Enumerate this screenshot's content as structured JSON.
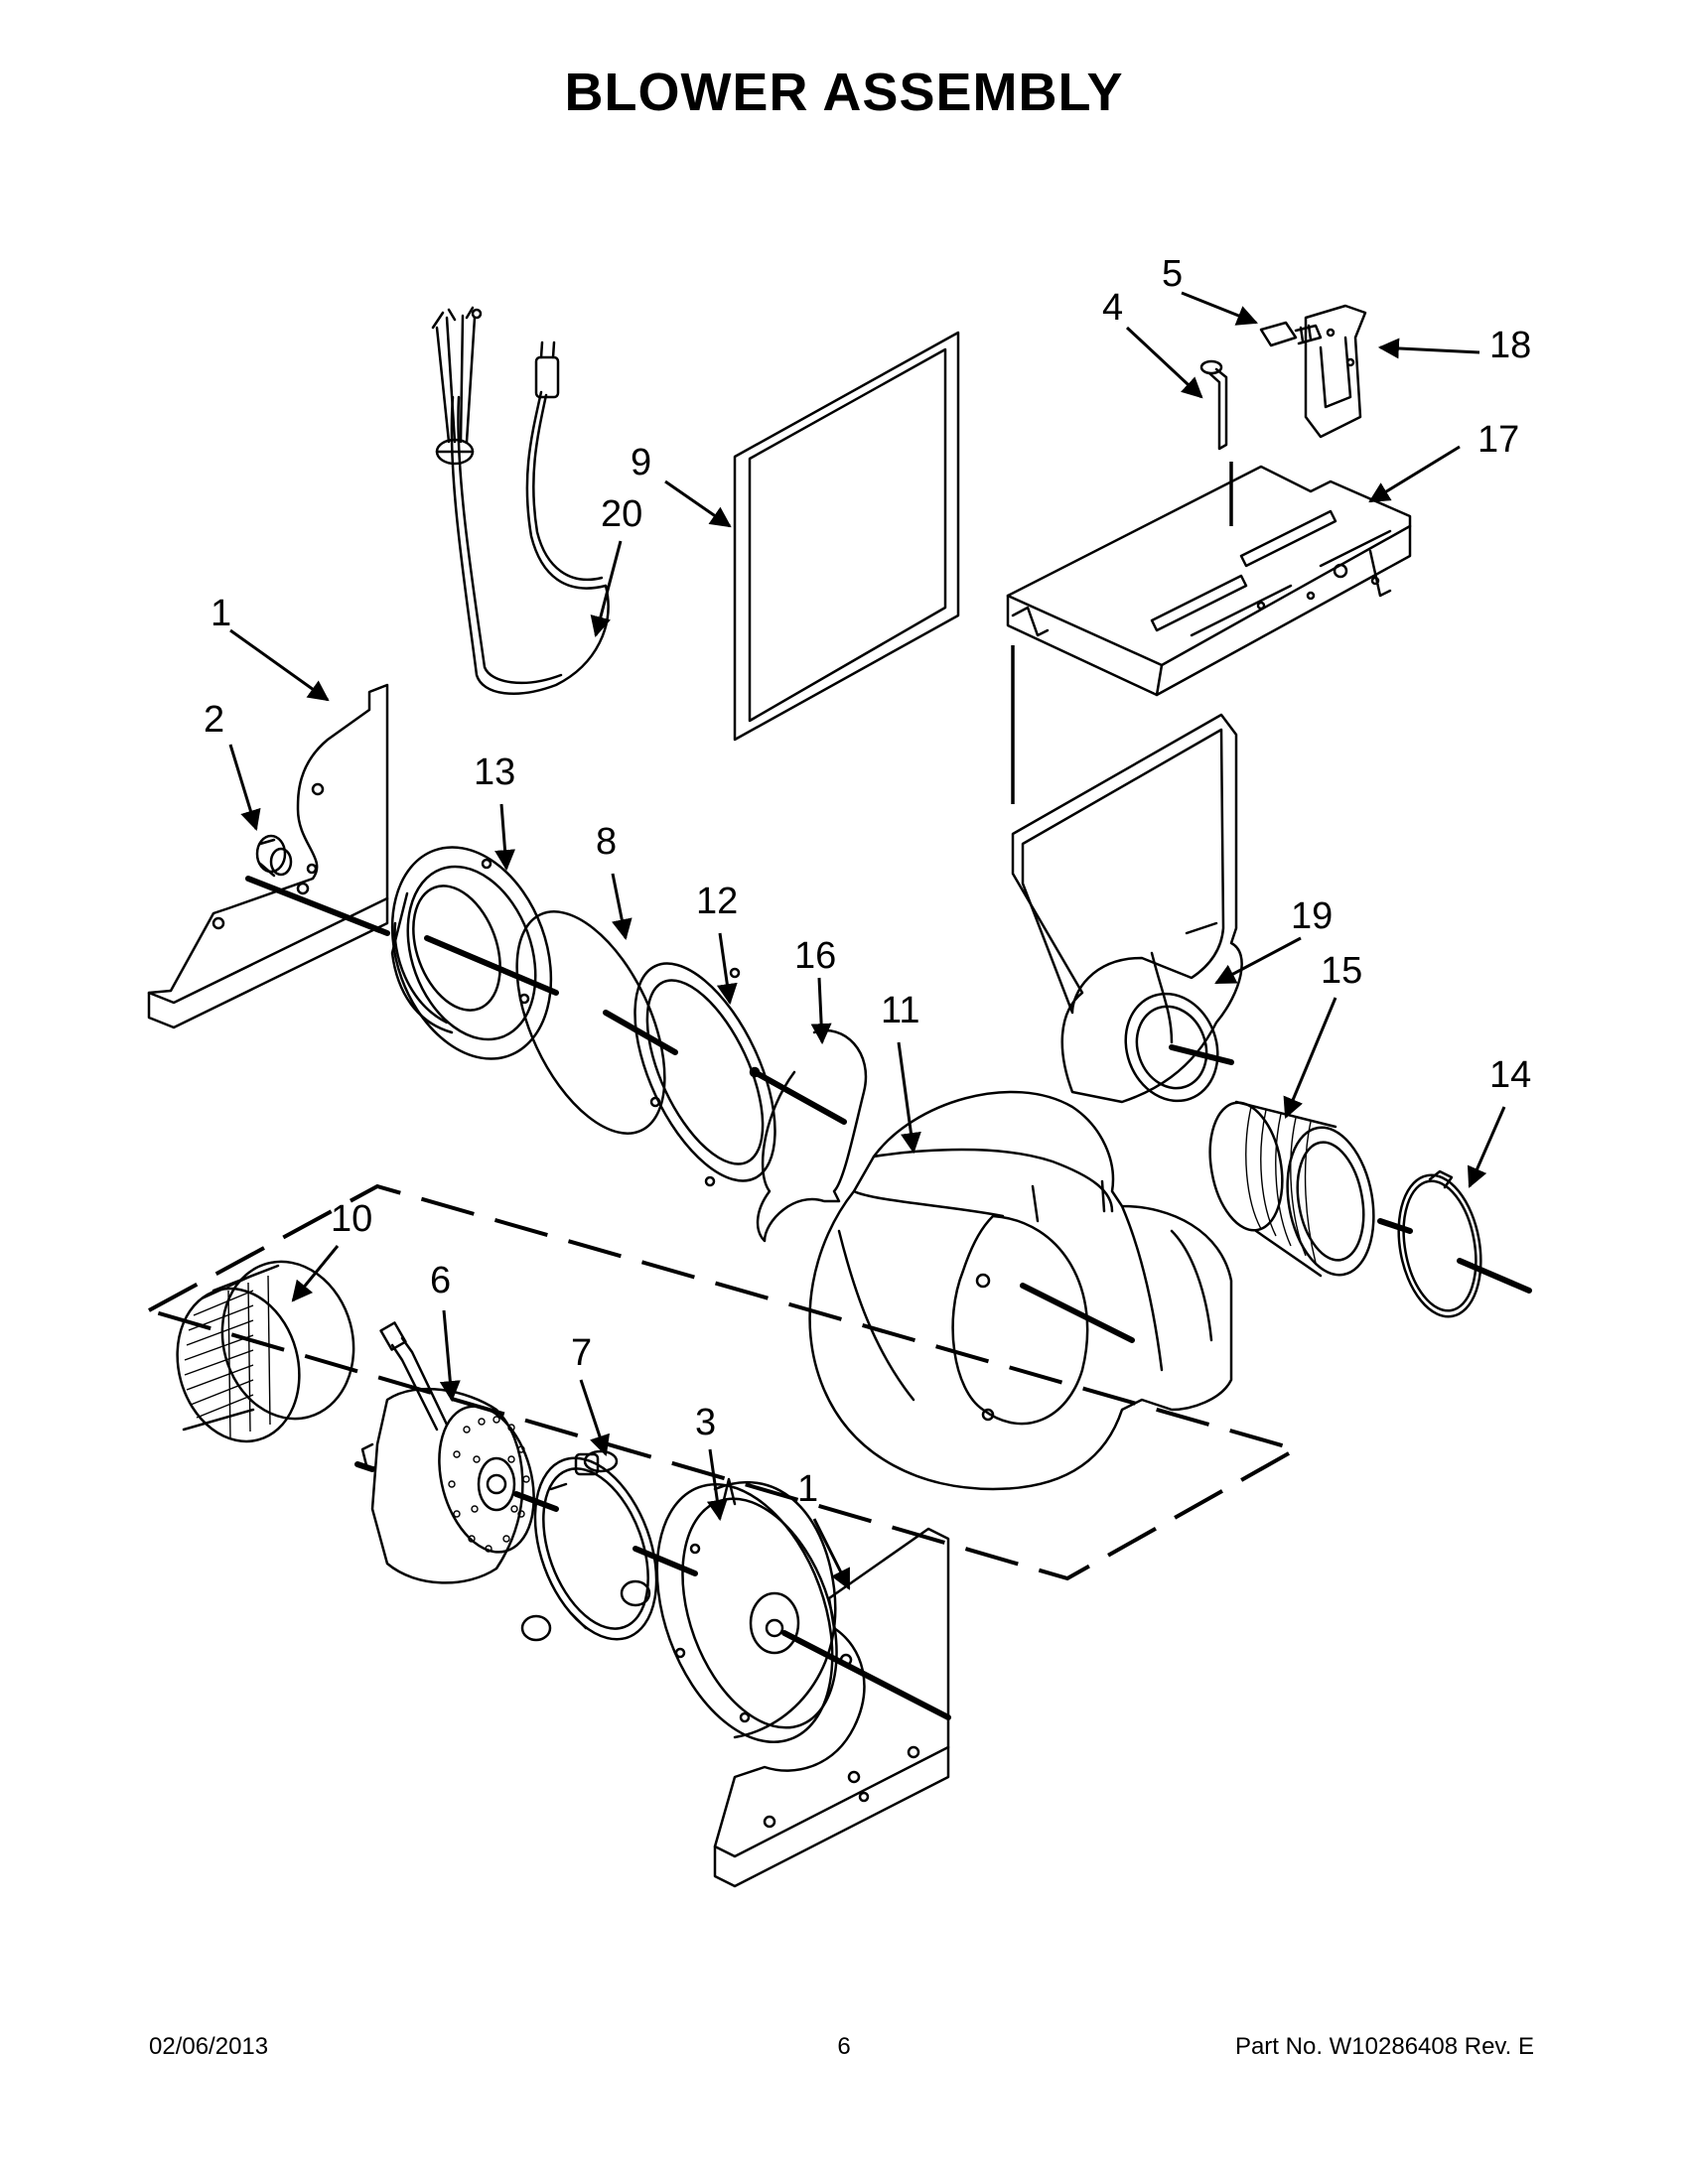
{
  "title": "BLOWER ASSEMBLY",
  "callouts": [
    {
      "id": "c1a",
      "label": "1"
    },
    {
      "id": "c2",
      "label": "2"
    },
    {
      "id": "c13",
      "label": "13"
    },
    {
      "id": "c8",
      "label": "8"
    },
    {
      "id": "c12",
      "label": "12"
    },
    {
      "id": "c16",
      "label": "16"
    },
    {
      "id": "c11",
      "label": "11"
    },
    {
      "id": "c9",
      "label": "9"
    },
    {
      "id": "c20",
      "label": "20"
    },
    {
      "id": "c4",
      "label": "4"
    },
    {
      "id": "c5",
      "label": "5"
    },
    {
      "id": "c18",
      "label": "18"
    },
    {
      "id": "c17",
      "label": "17"
    },
    {
      "id": "c19",
      "label": "19"
    },
    {
      "id": "c15",
      "label": "15"
    },
    {
      "id": "c14",
      "label": "14"
    },
    {
      "id": "c10",
      "label": "10"
    },
    {
      "id": "c6",
      "label": "6"
    },
    {
      "id": "c7",
      "label": "7"
    },
    {
      "id": "c3",
      "label": "3"
    },
    {
      "id": "c1b",
      "label": "1"
    }
  ],
  "footer": {
    "date": "02/06/2013",
    "page": "6",
    "part": "Part No.  W10286408  Rev.  E"
  }
}
